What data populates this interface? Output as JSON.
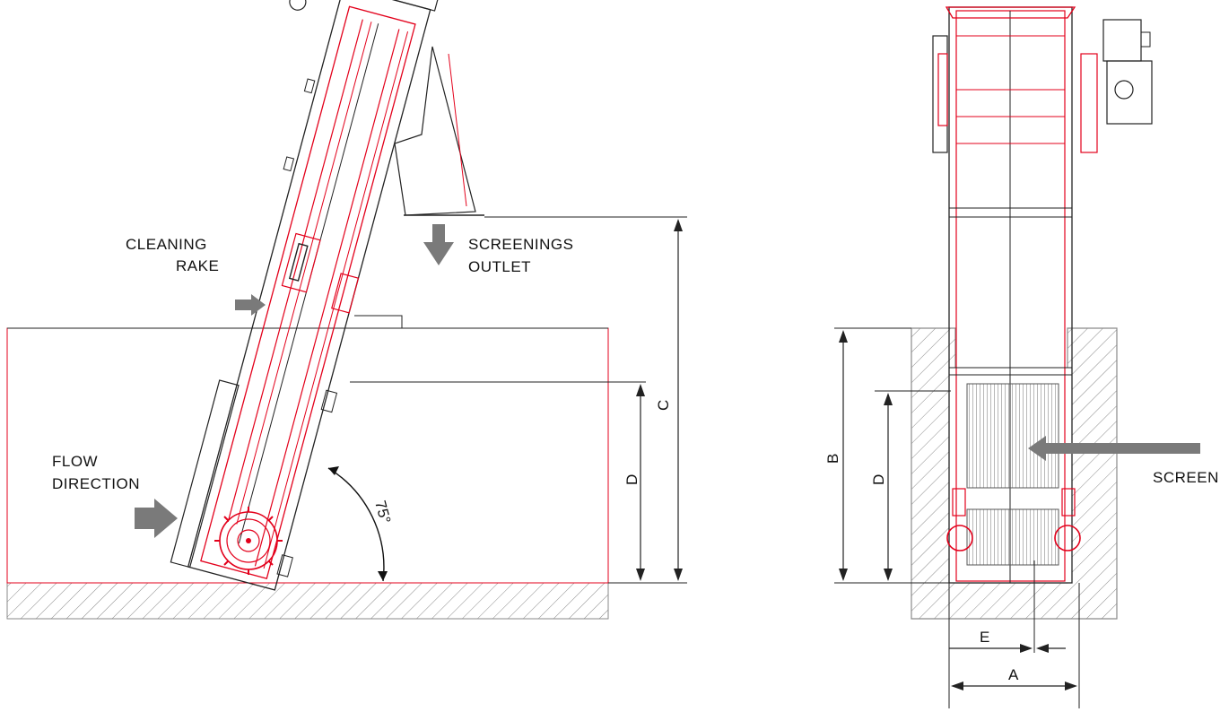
{
  "labels": {
    "cleaning_rake_line1": "CLEANING",
    "cleaning_rake_line2": "RAKE",
    "screenings_line1": "SCREENINGS",
    "screenings_line2": "OUTLET",
    "flow_line1": "FLOW",
    "flow_line2": "DIRECTION",
    "screen": "SCREEN"
  },
  "dimensions": {
    "c": "C",
    "d_side": "D",
    "b": "B",
    "d_front": "D",
    "e": "E",
    "a": "A",
    "angle": "75°"
  },
  "colors": {
    "frame_red": "#e3001b",
    "outline": "#222222",
    "arrow_gray": "#7a7a7a",
    "concrete": "#8a8a8a"
  }
}
